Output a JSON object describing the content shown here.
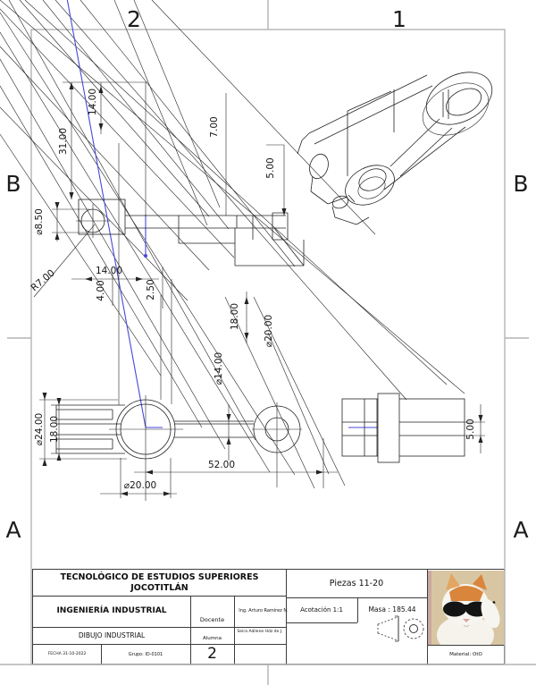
{
  "sheet": {
    "zone_top_left": "2",
    "zone_top_right": "1",
    "zone_row_upper": "B",
    "zone_row_lower": "A"
  },
  "dims": {
    "height_31": "31.00",
    "top_14": "14.00",
    "offset_7": "7.00",
    "plate_5": "5.00",
    "hole_8_5": "⌀8.50",
    "radius_7": "R7.00",
    "width_14": "14.00",
    "web_4": "4.00",
    "web_2_5": "2.50",
    "depth_18": "18.00",
    "boss_20": "⌀20.00",
    "hole_14": "⌀14.00",
    "fork_24": "⌀24.00",
    "fork_18": "18.00",
    "length_52": "52.00",
    "hole_20": "⌀20.00",
    "side_5": "5.00"
  },
  "title_block": {
    "institution": "TECNOLÓGICO DE ESTUDIOS SUPERIORES JOCOTITLÁN",
    "career": "INGENIERÍA INDUSTRIAL",
    "course": "DIBUJO INDUSTRIAL",
    "teacher_label": "Docente",
    "teacher_name": "Ing. Arturo Ramírez N.",
    "student_label": "Alumna",
    "student_name": "Seira Adilene Hdz de J.",
    "date": "FECHA 31-10-2022",
    "group": "Grupo: ID-0101",
    "sheet_number": "2",
    "piece_title": "Piezas 11-20",
    "scale": "Acotación 1:1",
    "mass": "Masa : 185.44",
    "material": "Material: OtO"
  },
  "colors": {
    "highlight_blue": "#4747dd",
    "frame_gray": "#b4b4b4",
    "line_black": "#232323"
  }
}
